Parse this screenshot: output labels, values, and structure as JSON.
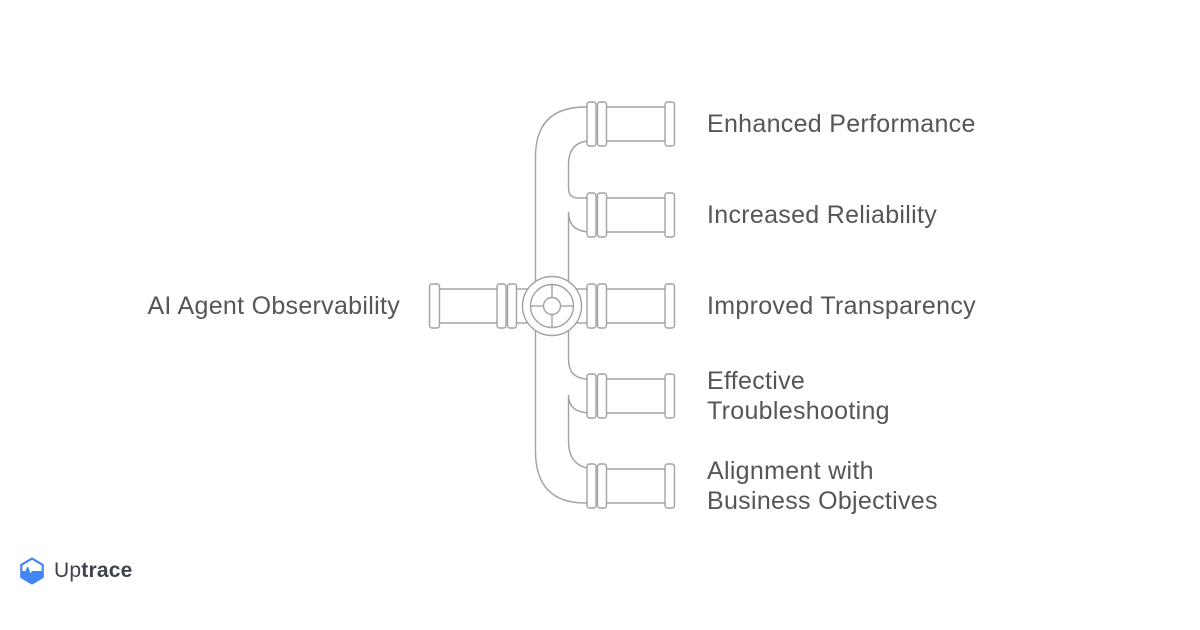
{
  "diagram": {
    "root_label": "AI Agent Observability",
    "branches": [
      {
        "label": "Enhanced Performance"
      },
      {
        "label": "Increased Reliability"
      },
      {
        "label": "Improved Transparency"
      },
      {
        "label": "Effective\nTroubleshooting"
      },
      {
        "label": "Alignment with\nBusiness Objectives"
      }
    ]
  },
  "brand": {
    "prefix": "Up",
    "suffix": "trace"
  },
  "colors": {
    "pipe_stroke": "#a2a2a2",
    "text_color": "#565656",
    "brand_blue": "#4285f4",
    "brand_text": "#3d434d"
  }
}
